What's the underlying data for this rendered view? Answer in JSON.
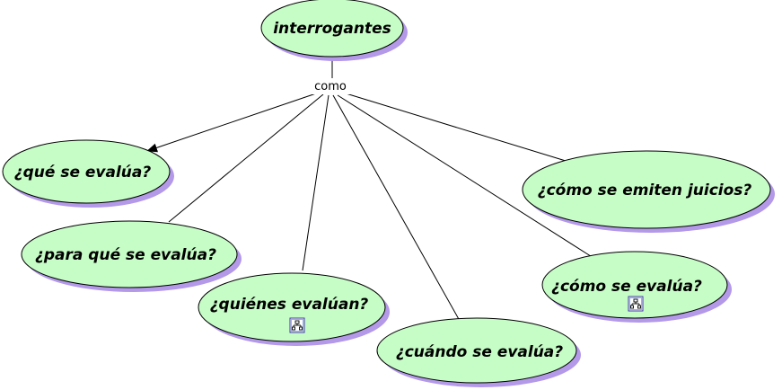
{
  "colors": {
    "node_fill": "#c6fcc6",
    "node_stroke": "#000000",
    "node_shadow": "#b399e8",
    "line": "#000000",
    "background": "#ffffff"
  },
  "concept_map": {
    "root": {
      "label": "interrogantes"
    },
    "linking_phrase": {
      "label": "como"
    },
    "nodes": [
      {
        "id": "que",
        "label": "¿qué se evalúa?",
        "has_submap_icon": false,
        "arrow": true
      },
      {
        "id": "para-que",
        "label": "¿para qué se evalúa?",
        "has_submap_icon": false,
        "arrow": false
      },
      {
        "id": "quienes",
        "label": "¿quiénes evalúan?",
        "has_submap_icon": true,
        "submap_icon": "submap-icon",
        "arrow": false
      },
      {
        "id": "cuando",
        "label": "¿cuándo se evalúa?",
        "has_submap_icon": false,
        "arrow": false
      },
      {
        "id": "como-evalua",
        "label": "¿cómo se evalúa?",
        "has_submap_icon": true,
        "submap_icon": "submap-icon",
        "arrow": false
      },
      {
        "id": "como-juicios",
        "label": "¿cómo se emiten juicios?",
        "has_submap_icon": false,
        "arrow": false
      }
    ]
  }
}
